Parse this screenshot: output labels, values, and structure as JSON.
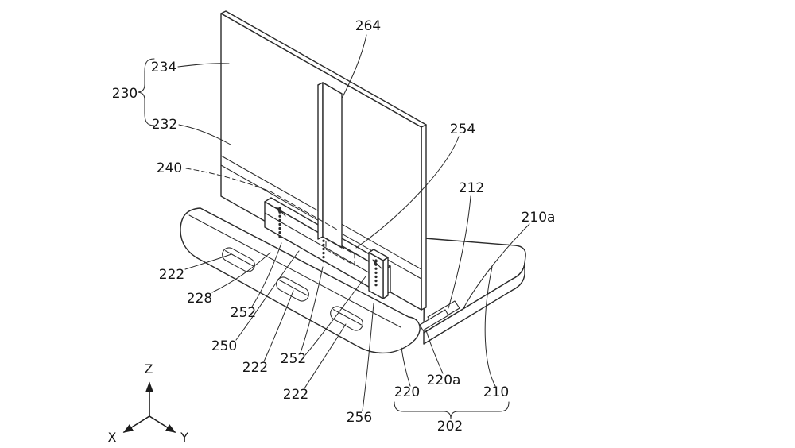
{
  "figure": {
    "kind": "patent-line-drawing",
    "background": "#ffffff",
    "line_color": "#2b2b2b",
    "labels": [
      {
        "name": "264",
        "text": "264"
      },
      {
        "name": "234",
        "text": "234"
      },
      {
        "name": "230",
        "text": "230"
      },
      {
        "name": "232",
        "text": "232"
      },
      {
        "name": "240",
        "text": "240"
      },
      {
        "name": "254",
        "text": "254"
      },
      {
        "name": "212",
        "text": "212"
      },
      {
        "name": "210a",
        "text": "210a"
      },
      {
        "name": "222-left",
        "text": "222"
      },
      {
        "name": "228",
        "text": "228"
      },
      {
        "name": "252-left",
        "text": "252"
      },
      {
        "name": "250",
        "text": "250"
      },
      {
        "name": "222-mid",
        "text": "222"
      },
      {
        "name": "252-right",
        "text": "252"
      },
      {
        "name": "222-bottom",
        "text": "222"
      },
      {
        "name": "256",
        "text": "256"
      },
      {
        "name": "220",
        "text": "220"
      },
      {
        "name": "220a",
        "text": "220a"
      },
      {
        "name": "210",
        "text": "210"
      },
      {
        "name": "202",
        "text": "202"
      }
    ],
    "axes": {
      "z": "Z",
      "x": "X",
      "y": "Y"
    }
  }
}
